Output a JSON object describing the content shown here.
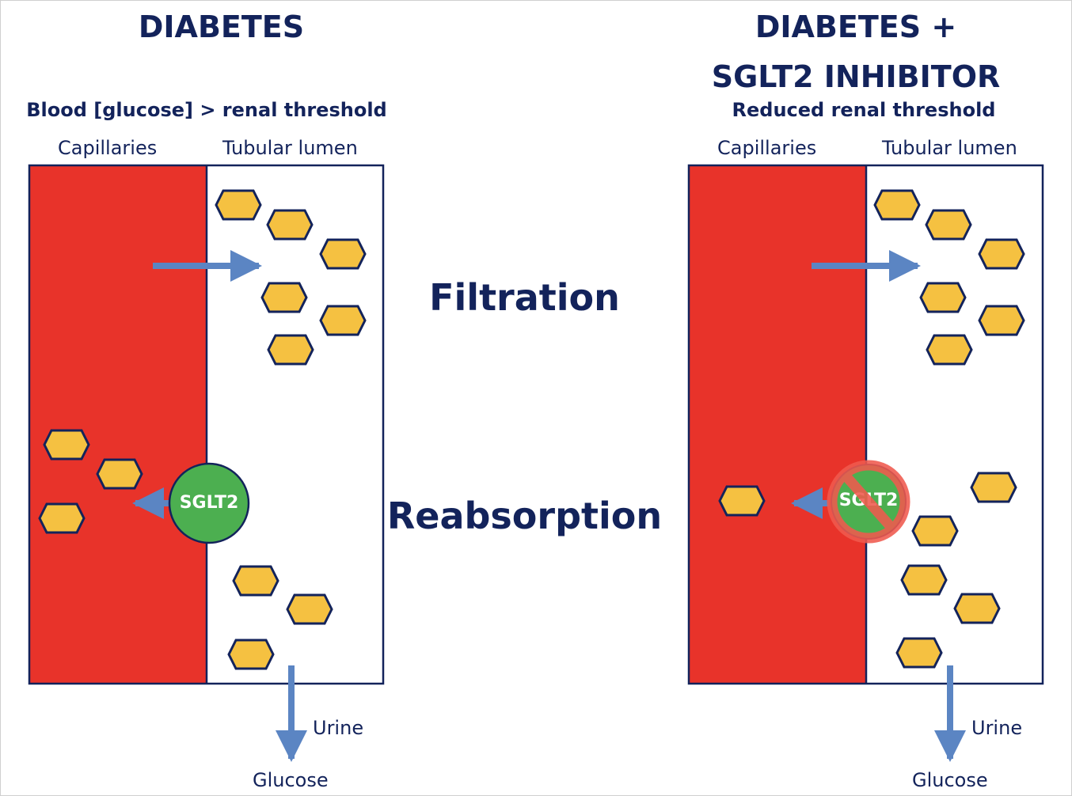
{
  "colors": {
    "navy": "#13235b",
    "capillary_red": "#e8332a",
    "glucose_yellow": "#f5c141",
    "arrow_blue": "#5b85c3",
    "sglt2_green": "#4caf50",
    "inhibit_red": "#f05a4e"
  },
  "left_panel": {
    "title": "DIABETES",
    "subtitle": "Blood [glucose] > renal threshold",
    "capillaries_label": "Capillaries",
    "lumen_label": "Tubular lumen",
    "transporter_label": "SGLT2",
    "urine_label": "Urine",
    "glucose_label": "Glucose"
  },
  "right_panel": {
    "title_line1": "DIABETES +",
    "title_line2": "SGLT2 INHIBITOR",
    "subtitle": "Reduced renal threshold",
    "capillaries_label": "Capillaries",
    "lumen_label": "Tubular lumen",
    "transporter_label": "SGLT2",
    "urine_label": "Urine",
    "glucose_label": "Glucose"
  },
  "center": {
    "filtration_label": "Filtration",
    "reabsorption_label": "Reabsorption"
  },
  "icons": {
    "glucose": "glucose-hexagon-icon",
    "transporter": "sglt2-transporter-icon",
    "inhibited": "prohibition-icon"
  }
}
